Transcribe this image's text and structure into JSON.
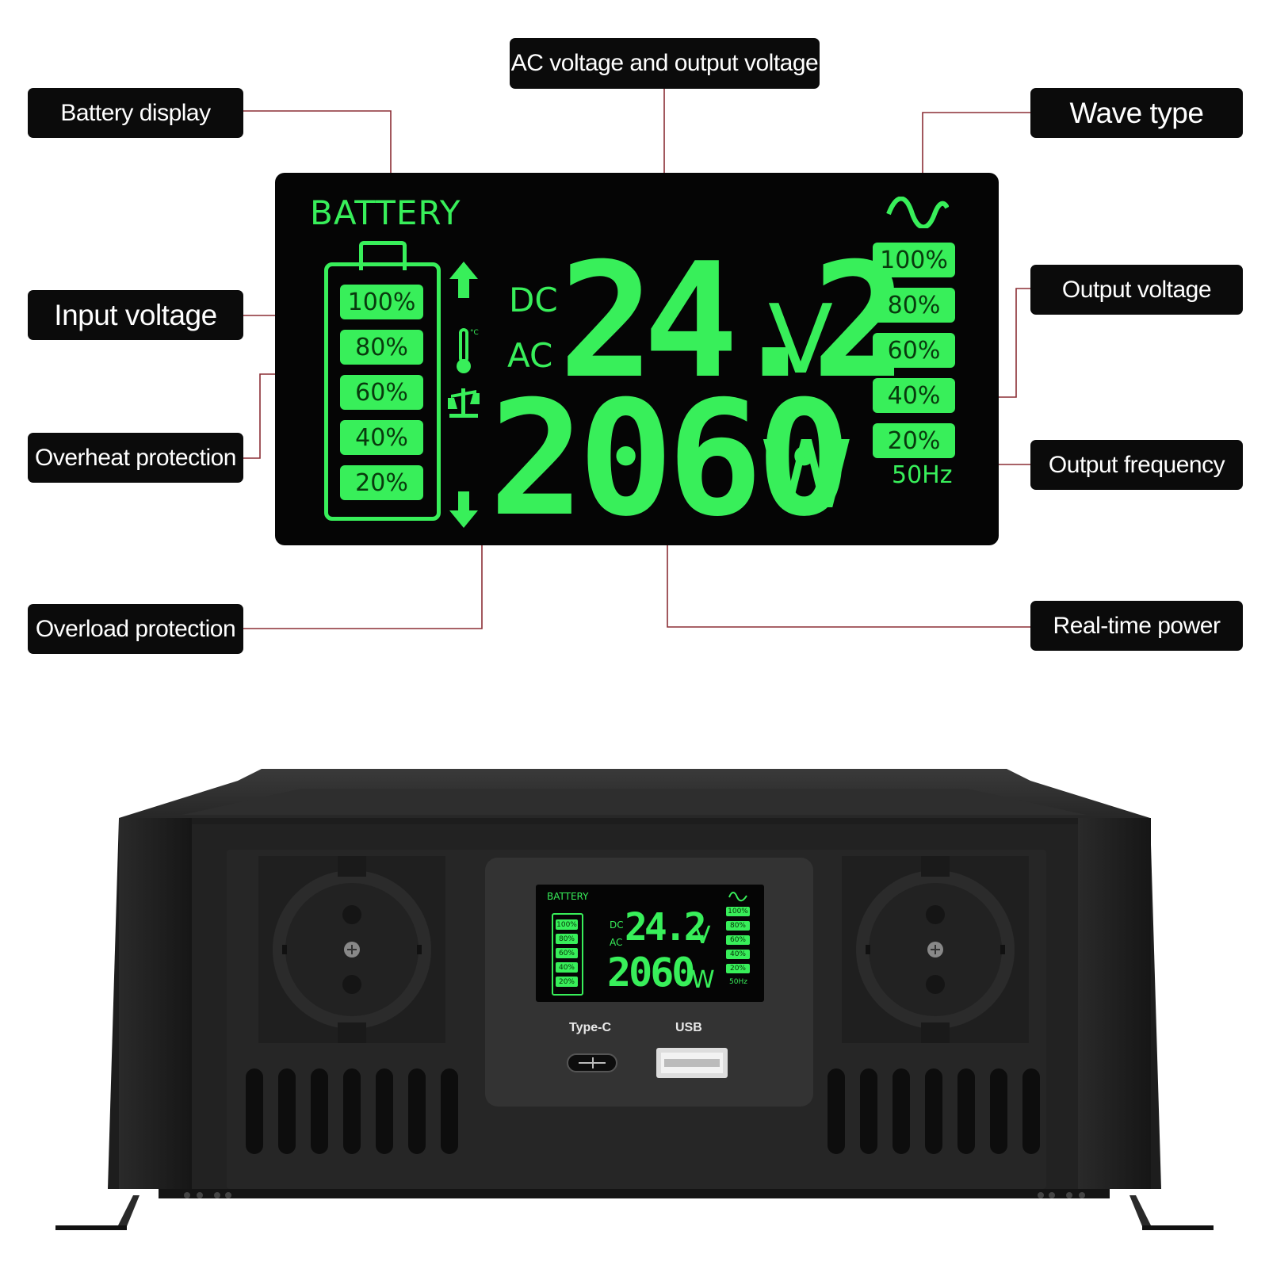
{
  "callouts": {
    "battery_display": "Battery display",
    "ac_voltage": "AC voltage and output voltage",
    "wave_type": "Wave type",
    "input_voltage": "Input voltage",
    "output_voltage": "Output voltage",
    "overheat": "Overheat protection",
    "output_frequency": "Output frequency",
    "overload": "Overload protection",
    "realtime_power": "Real-time power"
  },
  "lcd": {
    "battery_label": "BATTERY",
    "battery_levels": [
      "100%",
      "80%",
      "60%",
      "40%",
      "20%"
    ],
    "output_levels": [
      "100%",
      "80%",
      "60%",
      "40%",
      "20%"
    ],
    "dc_label": "DC",
    "ac_label": "AC",
    "voltage_value": "24.2",
    "voltage_unit": "V",
    "power_value": "2060",
    "power_unit": "W",
    "frequency": "50Hz"
  },
  "device": {
    "type_c_label": "Type-C",
    "usb_label": "USB"
  },
  "colors": {
    "lcd_green": "#38ef5a",
    "callout_bg": "#0b0b0b",
    "leader_line": "#8b2e35",
    "device_body": "#1f1f1f"
  }
}
